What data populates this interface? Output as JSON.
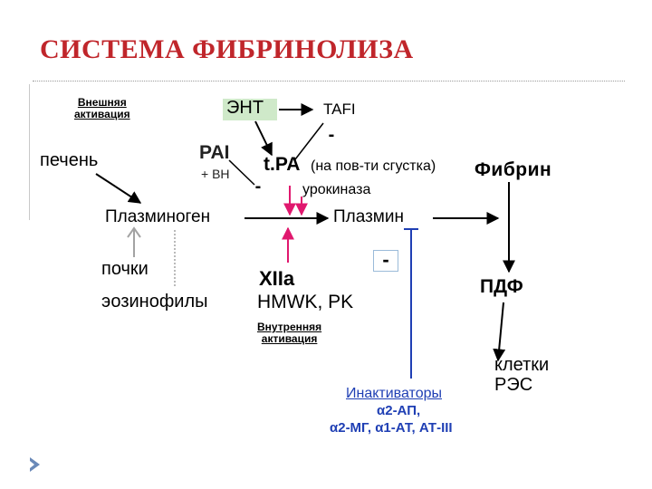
{
  "title": "СИСТЕМА ФИБРИНОЛИЗА",
  "labels": {
    "external_activation": "Внешняя\nактивация",
    "internal_activation": "Внутренняя\nактивация",
    "liver": "печень",
    "eht": "ЭНТ",
    "tafi": "TAFI",
    "pai": "PAI",
    "plus_bh": "+ ВН",
    "tpa": "t.PA",
    "tpa_note": "(на пов-ти сгустка)",
    "urokinase": "урокиназа",
    "fibrin": "Фибрин",
    "plasminogen": "Плазминоген",
    "plasmin": "Плазмин",
    "kidneys": "почки",
    "eosinophils": "эозинофилы",
    "xiia": "XIIa",
    "hmwk_pk": "HMWK, PK",
    "pdf": "ПДФ",
    "res_cells": "клетки\nРЭС",
    "inactivators_title": "Инактиваторы",
    "inactivators_line1": "α2-АП,",
    "inactivators_line2": "α2-МГ, α1-АТ, АТ-III",
    "minus": "-"
  },
  "colors": {
    "title": "#c0262b",
    "eht_highlight": "#cfe9c9",
    "inhibition_arrow": "#1f3fb4",
    "activation_arrow": "#e0186e",
    "support_line": "#a3a3a3",
    "inactivators_text": "#1f3fb4"
  }
}
